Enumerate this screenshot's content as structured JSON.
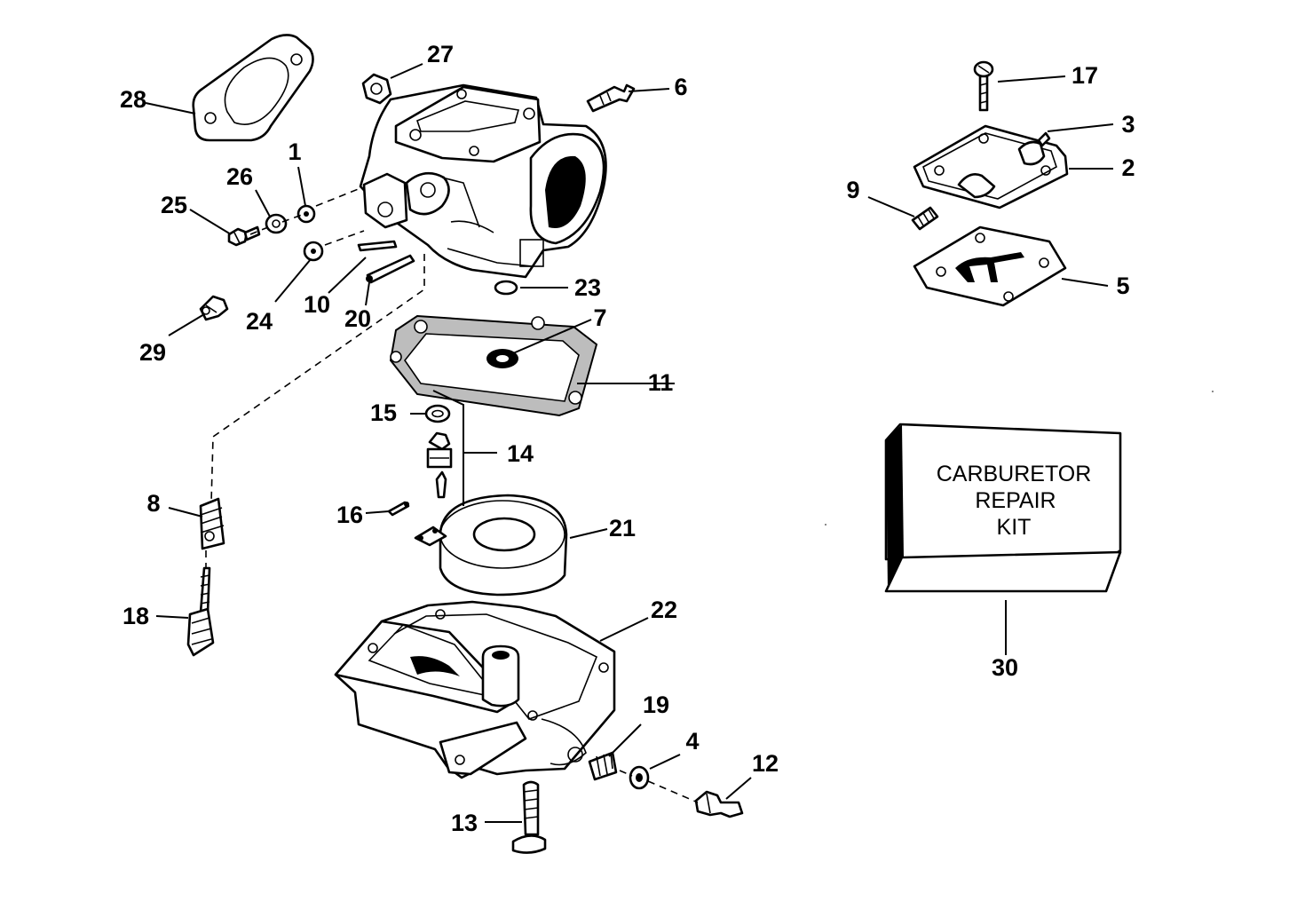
{
  "diagram": {
    "callouts": [
      "28",
      "27",
      "6",
      "1",
      "26",
      "25",
      "24",
      "10",
      "20",
      "23",
      "29",
      "7",
      "11",
      "15",
      "14",
      "16",
      "21",
      "8",
      "18",
      "22",
      "19",
      "4",
      "12",
      "13",
      "17",
      "3",
      "2",
      "9",
      "5",
      "30"
    ],
    "kit_box": {
      "line1": "CARBURETOR",
      "line2": "REPAIR",
      "line3": "KIT"
    }
  }
}
